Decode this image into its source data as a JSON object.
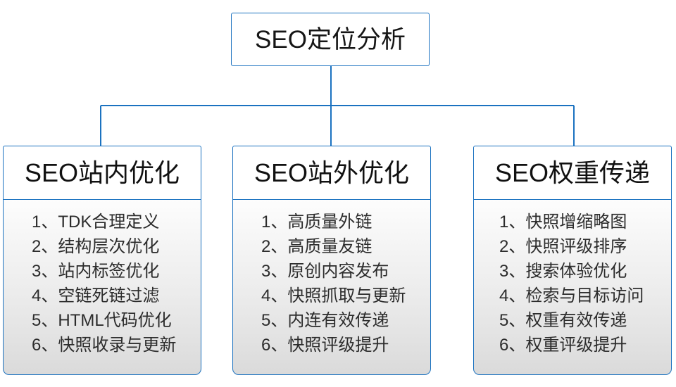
{
  "diagram": {
    "title": "SEO定位分析",
    "accent_color": "#1b72c0",
    "text_color": "#161616",
    "body_fill_top": "#fdfdfd",
    "body_fill_bottom": "#dadada",
    "root": {
      "label": "SEO定位分析"
    },
    "columns": [
      {
        "header": "SEO站内优化",
        "items": [
          "1、TDK合理定义",
          "2、结构层次优化",
          "3、站内标签优化",
          "4、空链死链过滤",
          "5、HTML代码优化",
          "6、快照收录与更新"
        ]
      },
      {
        "header": "SEO站外优化",
        "items": [
          "1、高质量外链",
          "2、高质量友链",
          "3、原创内容发布",
          "4、快照抓取与更新",
          "5、内连有效传递",
          "6、快照评级提升"
        ]
      },
      {
        "header": "SEO权重传递",
        "items": [
          "1、快照增缩略图",
          "2、快照评级排序",
          "3、搜索体验优化",
          "4、检索与目标访问",
          "5、权重有效传递",
          "6、权重评级提升"
        ]
      }
    ]
  }
}
